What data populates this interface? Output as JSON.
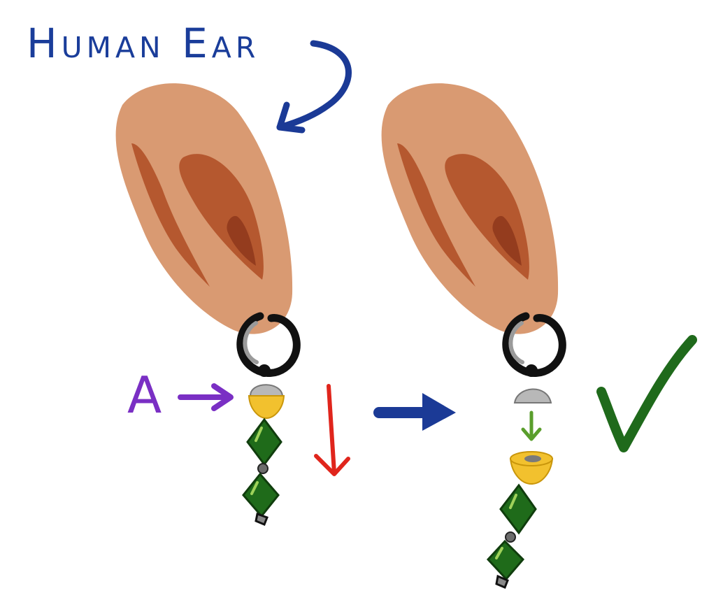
{
  "title": "Human Ear",
  "label_a": "A",
  "colors": {
    "title": "#1a3d9a",
    "ear_skin": "#d99a72",
    "ear_inner": "#b5582f",
    "ear_deep": "#943c1e",
    "ring_metal": "#8c8c8c",
    "bead_gold": "#f2c12e",
    "gem_green": "#1f6b1a",
    "arrow_purple": "#7a2fc4",
    "arrow_red": "#e0251c",
    "arrow_blue": "#1b3a96",
    "arrow_green": "#5a9e2c",
    "check_green": "#1f6a1b"
  },
  "icons": {
    "left_figure": "earring-attached",
    "right_figure": "earring-detached",
    "result": "checkmark-icon"
  }
}
